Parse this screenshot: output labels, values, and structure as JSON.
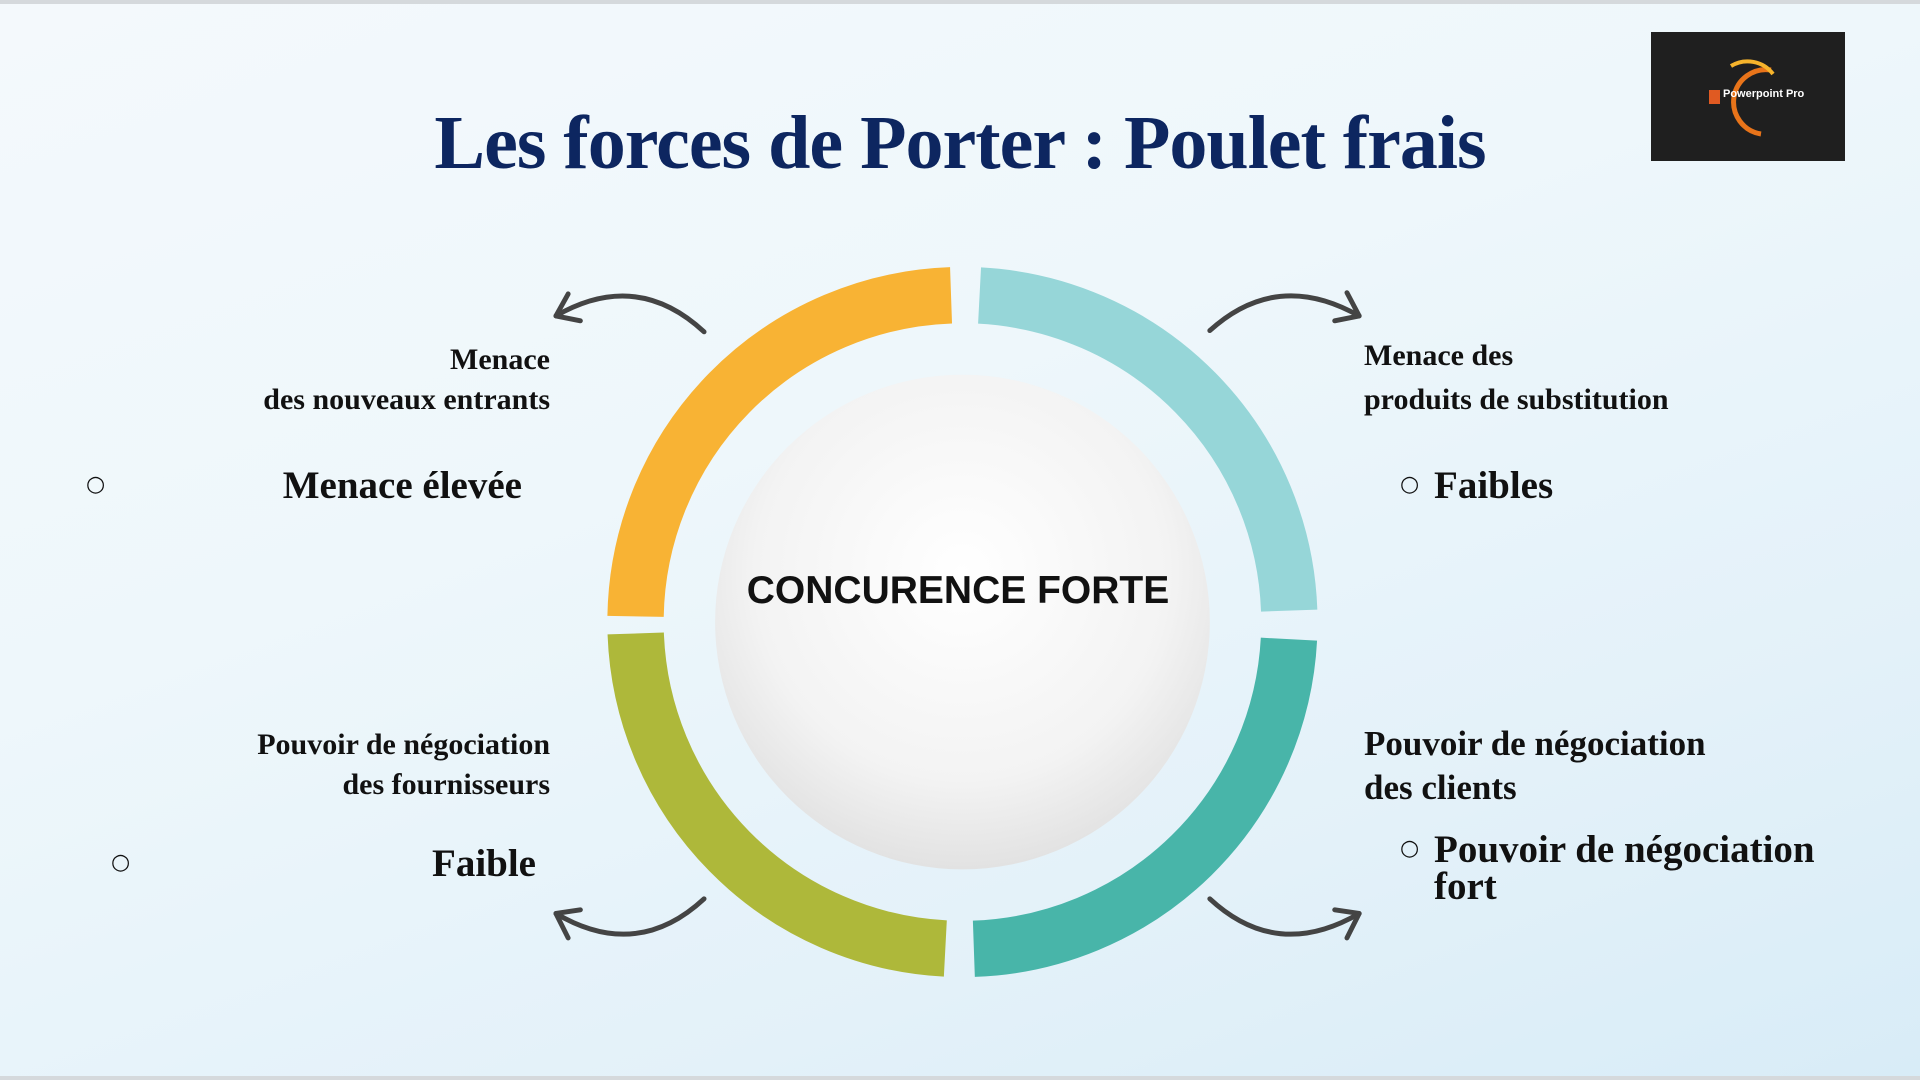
{
  "title": "Les forces de Porter : Poulet frais",
  "logo": {
    "text": "Powerpoint Pro"
  },
  "center": "CONCURENCE FORTE",
  "colors": {
    "orange": "#F8B334",
    "light_teal": "#96D6D8",
    "teal": "#48B5A9",
    "olive": "#AEB83A",
    "title": "#0D2660"
  },
  "forces": {
    "new_entrants": {
      "heading": "Menace\ndes nouveaux entrants",
      "value": "Menace élevée"
    },
    "substitutes": {
      "heading": "Menace des\nproduits de substitution",
      "value": "Faibles"
    },
    "suppliers": {
      "heading": "Pouvoir de négociation\ndes fournisseurs",
      "value": "Faible"
    },
    "clients": {
      "heading": "Pouvoir de négociation\ndes clients",
      "value": "Pouvoir de négociation\nfort"
    }
  }
}
